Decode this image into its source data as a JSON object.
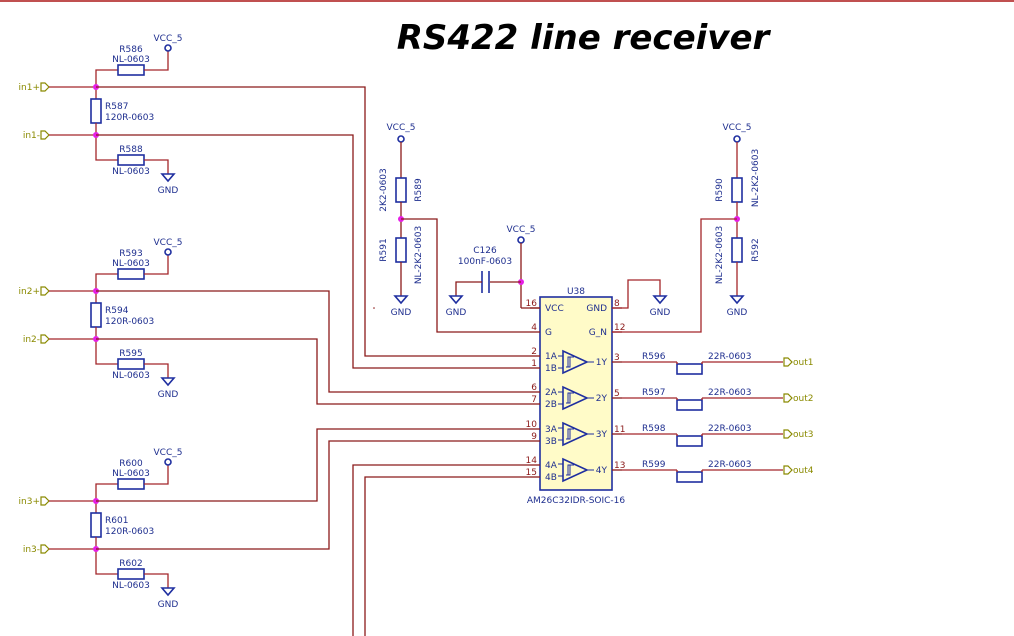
{
  "sheet": {
    "title": "RS422 line receiver",
    "colors": {
      "wire": "#8b1a1a",
      "component": "#1f2fa0",
      "junction": "#e61ee6",
      "ic_fill": "#fffbc8",
      "port": "#8a8a00",
      "border": "#c05050"
    }
  },
  "input_blocks": [
    {
      "pos_port": "in1+",
      "neg_port": "in1-",
      "pullup": {
        "ref": "R586",
        "value": "NL-0603",
        "net": "VCC_5"
      },
      "term": {
        "ref": "R587",
        "value": "120R-0603"
      },
      "pulldown": {
        "ref": "R588",
        "value": "NL-0603",
        "net": "GND"
      }
    },
    {
      "pos_port": "in2+",
      "neg_port": "in2-",
      "pullup": {
        "ref": "R593",
        "value": "NL-0603",
        "net": "VCC_5"
      },
      "term": {
        "ref": "R594",
        "value": "120R-0603"
      },
      "pulldown": {
        "ref": "R595",
        "value": "NL-0603",
        "net": "GND"
      }
    },
    {
      "pos_port": "in3+",
      "neg_port": "in3-",
      "pullup": {
        "ref": "R600",
        "value": "NL-0603",
        "net": "VCC_5"
      },
      "term": {
        "ref": "R601",
        "value": "120R-0603"
      },
      "pulldown": {
        "ref": "R602",
        "value": "NL-0603",
        "net": "GND"
      }
    }
  ],
  "enable_divider_g": {
    "top": {
      "ref": "R589",
      "value": "2K2-0603"
    },
    "bottom": {
      "ref": "R591",
      "value": "NL-2K2-0603"
    },
    "vcc": "VCC_5",
    "gnd": "GND"
  },
  "enable_divider_gn": {
    "top": {
      "ref": "R590",
      "value": "NL-2K2-0603"
    },
    "bottom": {
      "ref": "R592",
      "value": "NL-2K2-0603"
    },
    "vcc": "VCC_5",
    "gnd": "GND"
  },
  "decoupling": {
    "ref": "C126",
    "value": "100nF-0603",
    "vcc": "VCC_5",
    "gnd": "GND"
  },
  "ic": {
    "ref": "U38",
    "part": "AM26C32IDR-SOIC-16",
    "gnd_net": "GND",
    "pins_left": [
      {
        "num": "16",
        "name": "VCC"
      },
      {
        "num": "4",
        "name": "G"
      },
      {
        "num": "2",
        "name": "1A"
      },
      {
        "num": "1",
        "name": "1B"
      },
      {
        "num": "6",
        "name": "2A"
      },
      {
        "num": "7",
        "name": "2B"
      },
      {
        "num": "10",
        "name": "3A"
      },
      {
        "num": "9",
        "name": "3B"
      },
      {
        "num": "14",
        "name": "4A"
      },
      {
        "num": "15",
        "name": "4B"
      }
    ],
    "pins_right": [
      {
        "num": "8",
        "name": "GND"
      },
      {
        "num": "12",
        "name": "G_N"
      },
      {
        "num": "3",
        "name": "1Y"
      },
      {
        "num": "5",
        "name": "2Y"
      },
      {
        "num": "11",
        "name": "3Y"
      },
      {
        "num": "13",
        "name": "4Y"
      }
    ]
  },
  "outputs": [
    {
      "ref": "R596",
      "value": "22R-0603",
      "port": "out1"
    },
    {
      "ref": "R597",
      "value": "22R-0603",
      "port": "out2"
    },
    {
      "ref": "R598",
      "value": "22R-0603",
      "port": "out3"
    },
    {
      "ref": "R599",
      "value": "22R-0603",
      "port": "out4"
    }
  ]
}
